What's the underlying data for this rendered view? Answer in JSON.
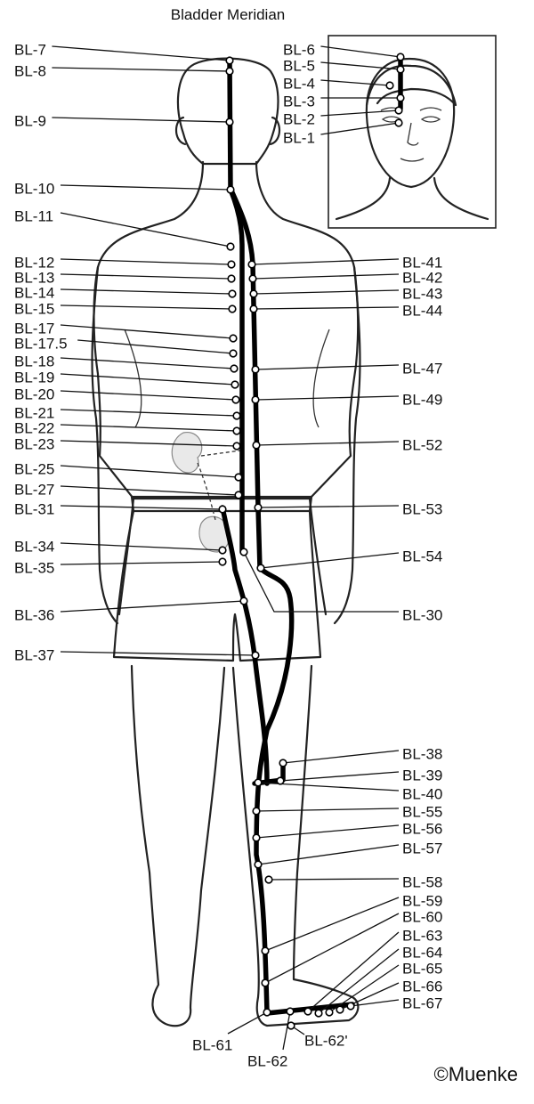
{
  "title": "Bladder Meridian",
  "credit": "©Muenke",
  "points": [
    {
      "id": "BL-1",
      "label": "BL-1"
    },
    {
      "id": "BL-2",
      "label": "BL-2"
    },
    {
      "id": "BL-3",
      "label": "BL-3"
    },
    {
      "id": "BL-4",
      "label": "BL-4"
    },
    {
      "id": "BL-5",
      "label": "BL-5"
    },
    {
      "id": "BL-6",
      "label": "BL-6"
    },
    {
      "id": "BL-7",
      "label": "BL-7"
    },
    {
      "id": "BL-8",
      "label": "BL-8"
    },
    {
      "id": "BL-9",
      "label": "BL-9"
    },
    {
      "id": "BL-10",
      "label": "BL-10"
    },
    {
      "id": "BL-11",
      "label": "BL-11"
    },
    {
      "id": "BL-12",
      "label": "BL-12"
    },
    {
      "id": "BL-13",
      "label": "BL-13"
    },
    {
      "id": "BL-14",
      "label": "BL-14"
    },
    {
      "id": "BL-15",
      "label": "BL-15"
    },
    {
      "id": "BL-17",
      "label": "BL-17"
    },
    {
      "id": "BL-17.5",
      "label": "BL-17.5"
    },
    {
      "id": "BL-18",
      "label": "BL-18"
    },
    {
      "id": "BL-19",
      "label": "BL-19"
    },
    {
      "id": "BL-20",
      "label": "BL-20"
    },
    {
      "id": "BL-21",
      "label": "BL-21"
    },
    {
      "id": "BL-22",
      "label": "BL-22"
    },
    {
      "id": "BL-23",
      "label": "BL-23"
    },
    {
      "id": "BL-25",
      "label": "BL-25"
    },
    {
      "id": "BL-27",
      "label": "BL-27"
    },
    {
      "id": "BL-31",
      "label": "BL-31"
    },
    {
      "id": "BL-34",
      "label": "BL-34"
    },
    {
      "id": "BL-35",
      "label": "BL-35"
    },
    {
      "id": "BL-36",
      "label": "BL-36"
    },
    {
      "id": "BL-37",
      "label": "BL-37"
    },
    {
      "id": "BL-41",
      "label": "BL-41"
    },
    {
      "id": "BL-42",
      "label": "BL-42"
    },
    {
      "id": "BL-43",
      "label": "BL-43"
    },
    {
      "id": "BL-44",
      "label": "BL-44"
    },
    {
      "id": "BL-47",
      "label": "BL-47"
    },
    {
      "id": "BL-49",
      "label": "BL-49"
    },
    {
      "id": "BL-52",
      "label": "BL-52"
    },
    {
      "id": "BL-53",
      "label": "BL-53"
    },
    {
      "id": "BL-54",
      "label": "BL-54"
    },
    {
      "id": "BL-30",
      "label": "BL-30"
    },
    {
      "id": "BL-38",
      "label": "BL-38"
    },
    {
      "id": "BL-39",
      "label": "BL-39"
    },
    {
      "id": "BL-40",
      "label": "BL-40"
    },
    {
      "id": "BL-55",
      "label": "BL-55"
    },
    {
      "id": "BL-56",
      "label": "BL-56"
    },
    {
      "id": "BL-57",
      "label": "BL-57"
    },
    {
      "id": "BL-58",
      "label": "BL-58"
    },
    {
      "id": "BL-59",
      "label": "BL-59"
    },
    {
      "id": "BL-60",
      "label": "BL-60"
    },
    {
      "id": "BL-63",
      "label": "BL-63"
    },
    {
      "id": "BL-64",
      "label": "BL-64"
    },
    {
      "id": "BL-65",
      "label": "BL-65"
    },
    {
      "id": "BL-66",
      "label": "BL-66"
    },
    {
      "id": "BL-67",
      "label": "BL-67"
    },
    {
      "id": "BL-61",
      "label": "BL-61"
    },
    {
      "id": "BL-62",
      "label": "BL-62"
    },
    {
      "id": "BL-62'",
      "label": "BL-62'"
    }
  ]
}
